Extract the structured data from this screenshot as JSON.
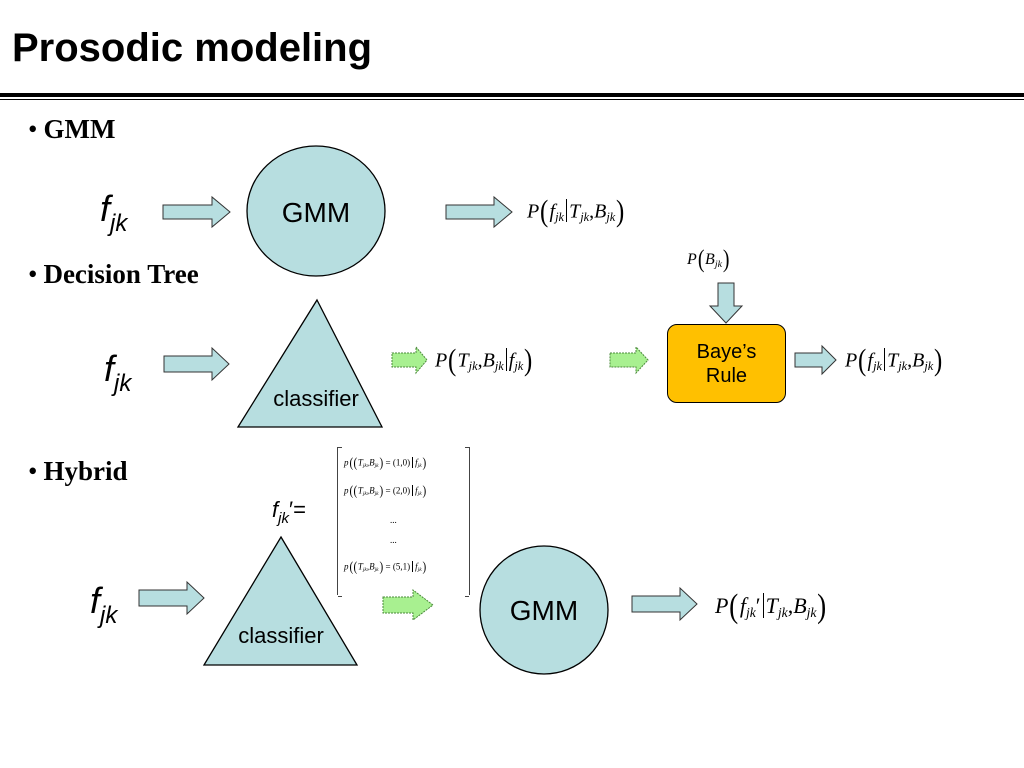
{
  "title": "Prosodic modeling",
  "bullets": {
    "gmm": "GMM",
    "decision_tree": "Decision Tree",
    "hybrid": "Hybrid"
  },
  "bullet_symbol": "•",
  "feature": {
    "base": "f",
    "subscript": "jk"
  },
  "feature_prime": {
    "base": "f",
    "subscript": "jk",
    "suffix": "′="
  },
  "shapes": {
    "gmm_label": "GMM",
    "classifier_label": "classifier",
    "bayes_label_line1": "Baye’s",
    "bayes_label_line2": "Rule"
  },
  "formulas": {
    "p": "P",
    "f": "f",
    "T": "T",
    "B": "B",
    "jk": "jk",
    "comma": ",",
    "prime": "′"
  },
  "matrix_rows": [
    {
      "value": "(1,0)"
    },
    {
      "value": "(2,0)"
    },
    {
      "value": "..."
    },
    {
      "value": "..."
    },
    {
      "value": "(5,1)"
    }
  ],
  "colors": {
    "circle_fill": "#b7dee0",
    "triangle_fill": "#b7dee0",
    "arrow_fill": "#b7dee0",
    "green_arrow_fill": "#a8f090",
    "bayes_fill": "#ffc000"
  }
}
